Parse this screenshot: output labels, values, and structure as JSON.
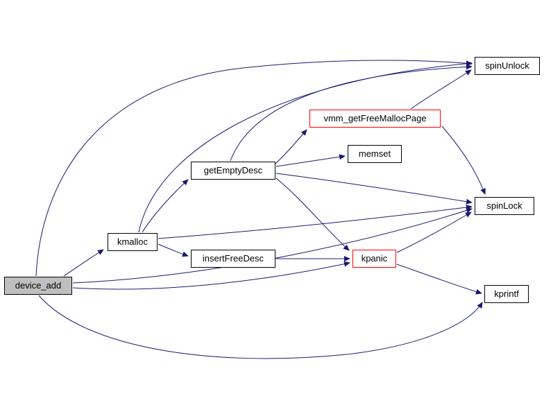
{
  "diagram": {
    "kind": "function-call-graph",
    "background_color": "#ffffff",
    "edge_color": "#191970",
    "node_border_color": "#000000",
    "truncated_node_border_color": "#ff0000",
    "current_node_fill": "#bfbfbf",
    "nodes": [
      {
        "id": "device_add",
        "label": "device_add",
        "role": "current"
      },
      {
        "id": "kmalloc",
        "label": "kmalloc",
        "role": "normal"
      },
      {
        "id": "insertFreeDesc",
        "label": "insertFreeDesc",
        "role": "normal"
      },
      {
        "id": "getEmptyDesc",
        "label": "getEmptyDesc",
        "role": "normal"
      },
      {
        "id": "vmm_getFreeMallocPage",
        "label": "vmm_getFreeMallocPage",
        "role": "truncated"
      },
      {
        "id": "memset",
        "label": "memset",
        "role": "normal"
      },
      {
        "id": "spinUnlock",
        "label": "spinUnlock",
        "role": "normal"
      },
      {
        "id": "spinLock",
        "label": "spinLock",
        "role": "normal"
      },
      {
        "id": "kpanic",
        "label": "kpanic",
        "role": "truncated"
      },
      {
        "id": "kprintf",
        "label": "kprintf",
        "role": "normal"
      }
    ],
    "edges": [
      {
        "from": "device_add",
        "to": "kmalloc"
      },
      {
        "from": "device_add",
        "to": "spinUnlock"
      },
      {
        "from": "device_add",
        "to": "spinLock"
      },
      {
        "from": "device_add",
        "to": "kpanic"
      },
      {
        "from": "device_add",
        "to": "kprintf"
      },
      {
        "from": "kmalloc",
        "to": "getEmptyDesc"
      },
      {
        "from": "kmalloc",
        "to": "insertFreeDesc"
      },
      {
        "from": "kmalloc",
        "to": "spinUnlock"
      },
      {
        "from": "kmalloc",
        "to": "spinLock"
      },
      {
        "from": "getEmptyDesc",
        "to": "vmm_getFreeMallocPage"
      },
      {
        "from": "getEmptyDesc",
        "to": "memset"
      },
      {
        "from": "getEmptyDesc",
        "to": "spinLock"
      },
      {
        "from": "getEmptyDesc",
        "to": "spinUnlock"
      },
      {
        "from": "getEmptyDesc",
        "to": "kpanic"
      },
      {
        "from": "insertFreeDesc",
        "to": "kpanic"
      },
      {
        "from": "vmm_getFreeMallocPage",
        "to": "spinUnlock"
      },
      {
        "from": "vmm_getFreeMallocPage",
        "to": "spinLock"
      },
      {
        "from": "kpanic",
        "to": "spinLock"
      },
      {
        "from": "kpanic",
        "to": "kprintf"
      }
    ]
  }
}
